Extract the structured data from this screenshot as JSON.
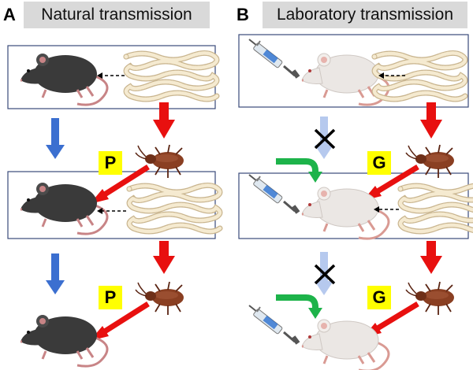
{
  "panels": [
    {
      "letter": "A",
      "title": "Natural transmission",
      "tag": "P"
    },
    {
      "letter": "B",
      "title": "Laboratory transmission",
      "tag": "G"
    }
  ],
  "colors": {
    "red_arrow": "#e8100f",
    "blue_arrow": "#3b6fd0",
    "faded_arrow": "#b6c9ee",
    "green_arrow": "#1db34a",
    "box_border": "#3a4a7a",
    "dark_rat": "#3a3a3a",
    "white_rat": "#ebe7e4",
    "beetle": "#8a3f22",
    "worm": "#f3e6c8",
    "tag_bg": "#ffff00",
    "title_bg": "#d9d9d9"
  },
  "icons": [
    "rat-icon",
    "tapeworm-icon",
    "beetle-icon",
    "syringe-icon",
    "cross-mark-icon"
  ]
}
